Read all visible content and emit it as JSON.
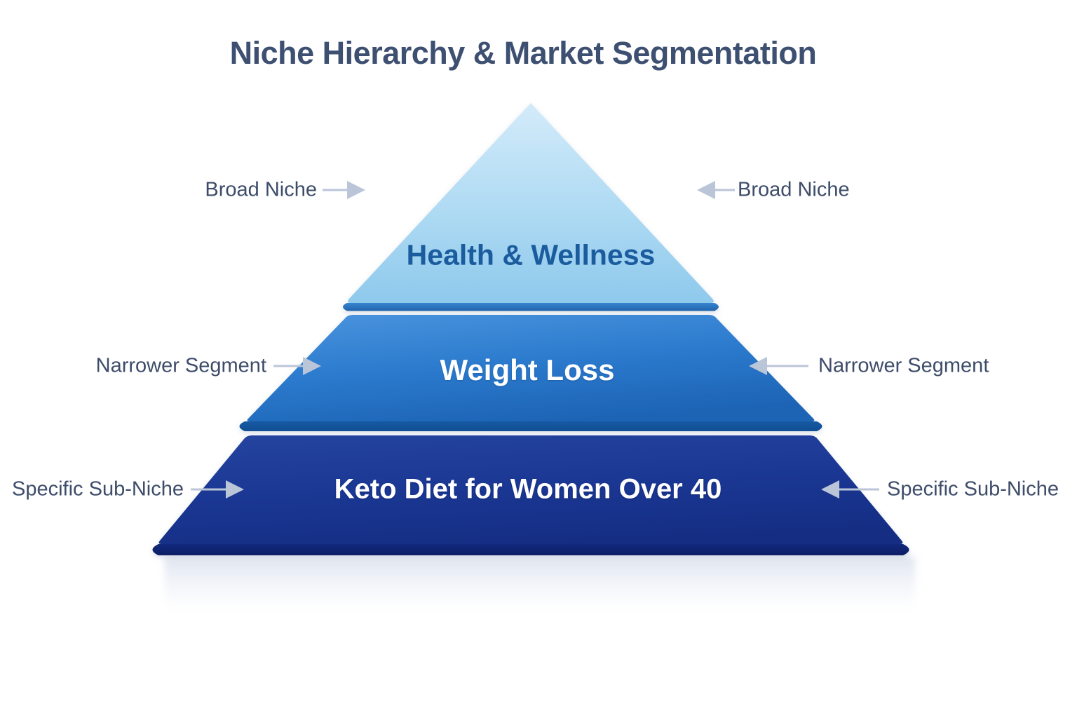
{
  "title": "Niche Hierarchy & Market Segmentation",
  "diagram_type": "pyramid-market-segmentation",
  "tiers": [
    {
      "id": "broad",
      "level": 1,
      "label": "Health & Wellness",
      "annotation": "Broad Niche",
      "fill_top": "#cde8f9",
      "fill_bottom": "#8ec9ec",
      "bevel_color": "#2e7ec9",
      "label_color": "#1a5c9e"
    },
    {
      "id": "narrower",
      "level": 2,
      "label": "Weight Loss",
      "annotation": "Narrower Segment",
      "fill_top": "#3f8cda",
      "fill_bottom": "#1d64b5",
      "bevel_color": "#1659a3",
      "label_color": "#ffffff"
    },
    {
      "id": "specific",
      "level": 3,
      "label": "Keto Diet for Women Over 40",
      "annotation": "Specific Sub-Niche",
      "fill_top": "#21419f",
      "fill_bottom": "#152e84",
      "bevel_color": "#10267a",
      "label_color": "#ffffff"
    }
  ],
  "colors": {
    "background": "#ffffff",
    "title_text": "#3e5071",
    "annotation_text": "#3d4c69",
    "arrow": "#bac5d8"
  }
}
